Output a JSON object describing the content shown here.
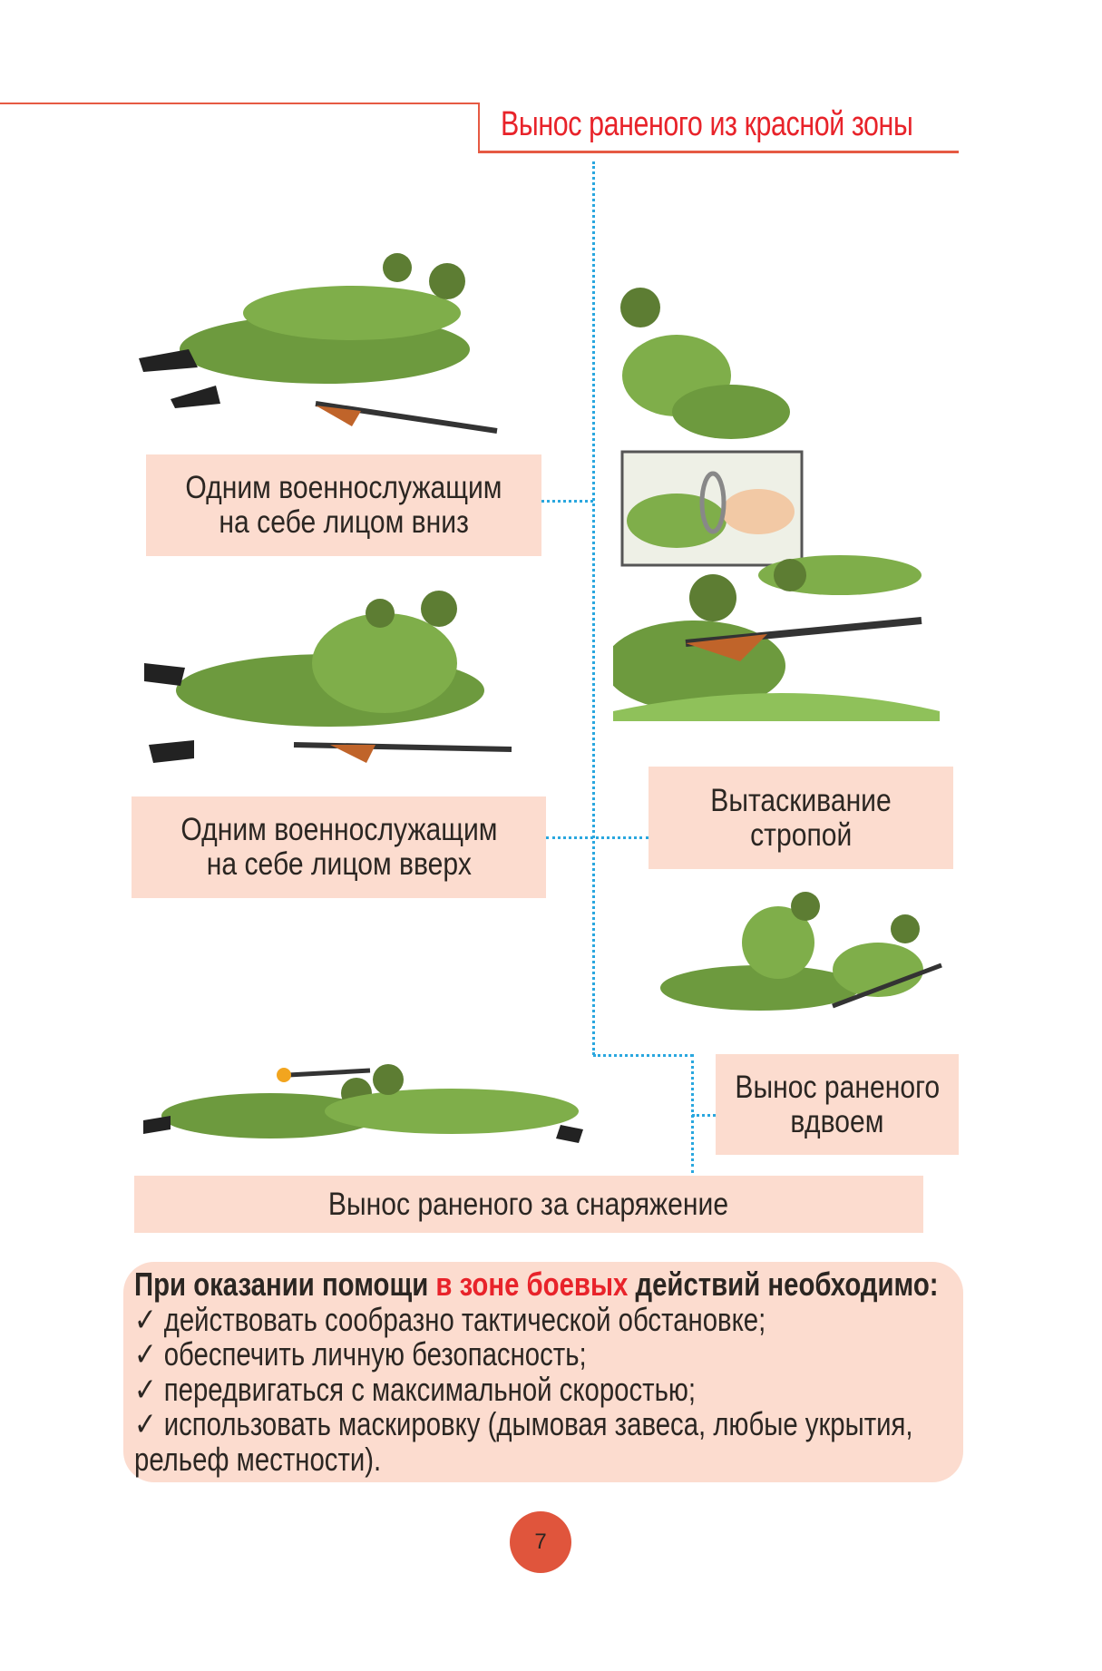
{
  "header": {
    "title": "Вынос раненого из красной зоны"
  },
  "captions": {
    "face_down": [
      "Одним военнослужащим",
      "на себе лицом вниз"
    ],
    "face_up": [
      "Одним военнослужащим",
      "на себе лицом вверх"
    ],
    "strap": [
      "Вытаскивание",
      "стропой"
    ],
    "two_people": [
      "Вынос раненого",
      "вдвоем"
    ],
    "by_gear": "Вынос раненого за снаряжение"
  },
  "info": {
    "heading_before": "При оказании помощи ",
    "heading_highlight": "в зоне боевых",
    "heading_after": " действий необходимо:",
    "items": [
      "✓ действовать сообразно тактической обстановке;",
      "✓ обеспечить личную безопасность;",
      "✓ передвигаться с максимальной скоростью;",
      "✓ использовать маскировку (дымовая завеса, любые укрытия,",
      "рельеф местности)."
    ]
  },
  "page_number": "7",
  "colors": {
    "accent_red": "#e8232a",
    "rule": "#e65a43",
    "caption_bg": "#fcdccf",
    "connector": "#2aa7df",
    "page_badge": "#e0553c"
  }
}
